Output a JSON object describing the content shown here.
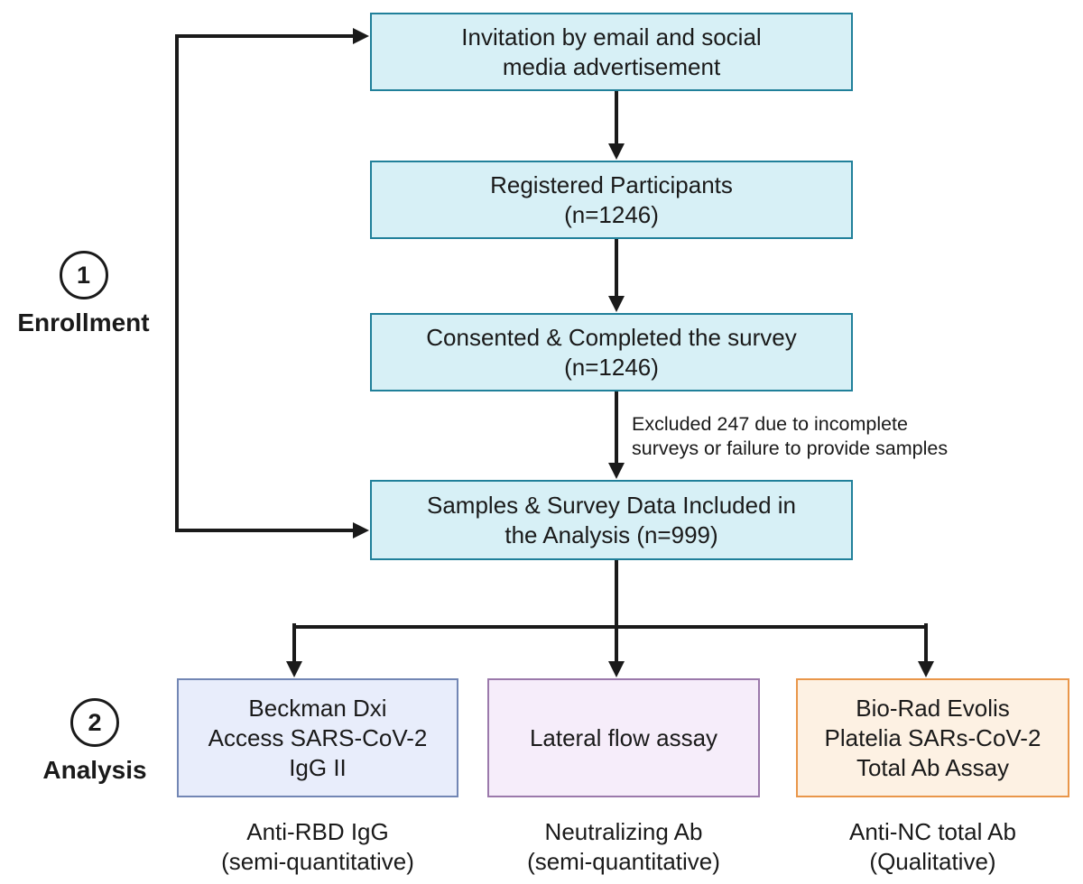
{
  "stages": [
    {
      "number": "1",
      "label": "Enrollment"
    },
    {
      "number": "2",
      "label": "Analysis"
    }
  ],
  "enrollment": {
    "boxes": [
      {
        "lines": [
          "Invitation by email and social",
          "media advertisement"
        ]
      },
      {
        "lines": [
          "Registered Participants",
          "(n=1246)"
        ]
      },
      {
        "lines": [
          "Consented & Completed the survey",
          "(n=1246)"
        ]
      },
      {
        "lines": [
          "Samples & Survey Data Included in",
          "the Analysis (n=999)"
        ]
      }
    ],
    "exclusion_note": {
      "lines": [
        "Excluded 247 due to incomplete",
        "surveys or failure to provide samples"
      ]
    }
  },
  "analysis": {
    "boxes": [
      {
        "lines": [
          "Beckman Dxi",
          "Access SARS-CoV-2",
          "IgG II"
        ],
        "caption": [
          "Anti-RBD IgG",
          "(semi-quantitative)"
        ]
      },
      {
        "lines": [
          "Lateral flow assay"
        ],
        "caption": [
          "Neutralizing Ab",
          "(semi-quantitative)"
        ]
      },
      {
        "lines": [
          "Bio-Rad Evolis",
          "Platelia SARs-CoV-2",
          "Total Ab Assay"
        ],
        "caption": [
          "Anti-NC total Ab",
          "(Qualitative)"
        ]
      }
    ]
  },
  "colors": {
    "enrollment_fill": "#d7f0f6",
    "enrollment_border": "#20809a",
    "beckman_fill": "#e8edfb",
    "beckman_border": "#7286b4",
    "lateral_fill": "#f6edfa",
    "lateral_border": "#9b79ab",
    "biorad_fill": "#fdf1e3",
    "biorad_border": "#e9964a",
    "connector": "#1a1a1a"
  }
}
